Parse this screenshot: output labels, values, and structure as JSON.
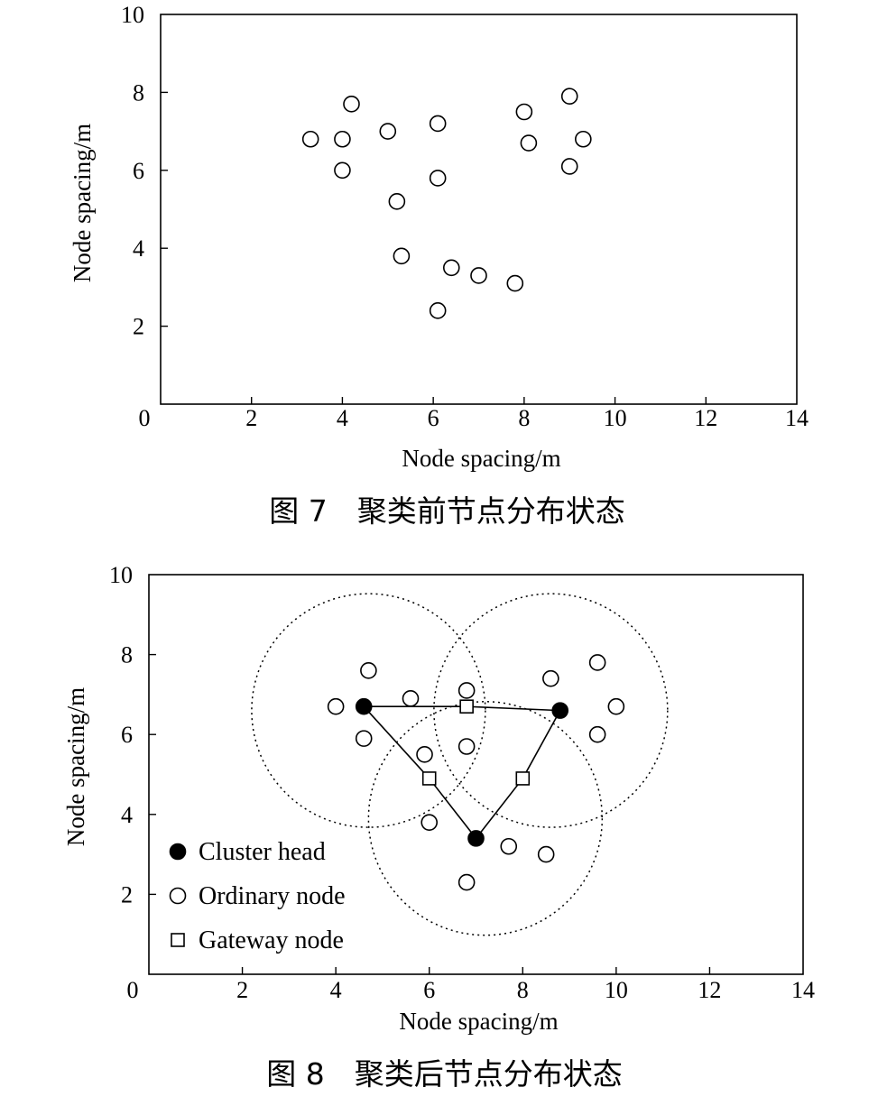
{
  "chart_data": [
    {
      "type": "scatter",
      "caption": "图 7　聚类前节点分布状态",
      "xlabel": "Node spacing/m",
      "ylabel": "Node spacing/m",
      "xlim": [
        0,
        14
      ],
      "ylim": [
        0,
        10
      ],
      "xticks": [
        0,
        2,
        4,
        6,
        8,
        10,
        12,
        14
      ],
      "yticks": [
        2,
        4,
        6,
        8,
        10
      ],
      "grid": false,
      "series": [
        {
          "marker": "open-circle",
          "points": [
            [
              3.3,
              6.8
            ],
            [
              4.0,
              6.8
            ],
            [
              4.2,
              7.7
            ],
            [
              4.0,
              6.0
            ],
            [
              5.0,
              7.0
            ],
            [
              6.1,
              7.2
            ],
            [
              6.1,
              5.8
            ],
            [
              5.2,
              5.2
            ],
            [
              5.3,
              3.8
            ],
            [
              6.4,
              3.5
            ],
            [
              7.0,
              3.3
            ],
            [
              7.8,
              3.1
            ],
            [
              6.1,
              2.4
            ],
            [
              8.0,
              7.5
            ],
            [
              8.1,
              6.7
            ],
            [
              9.0,
              7.9
            ],
            [
              9.3,
              6.8
            ],
            [
              9.0,
              6.1
            ]
          ]
        }
      ]
    },
    {
      "type": "scatter",
      "caption": "图 8　聚类后节点分布状态",
      "xlabel": "Node spacing/m",
      "ylabel": "Node spacing/m",
      "xlim": [
        0,
        14
      ],
      "ylim": [
        0,
        10
      ],
      "xticks": [
        0,
        2,
        4,
        6,
        8,
        10,
        12,
        14
      ],
      "yticks": [
        2,
        4,
        6,
        8,
        10
      ],
      "grid": false,
      "legend_position": "bottom-left",
      "series": [
        {
          "name": "Cluster head",
          "marker": "filled-circle",
          "points": [
            [
              4.6,
              6.7
            ],
            [
              8.8,
              6.6
            ],
            [
              7.0,
              3.4
            ]
          ]
        },
        {
          "name": "Ordinary node",
          "marker": "open-circle",
          "points": [
            [
              4.0,
              6.7
            ],
            [
              4.7,
              7.6
            ],
            [
              4.6,
              5.9
            ],
            [
              5.6,
              6.9
            ],
            [
              5.9,
              5.5
            ],
            [
              6.8,
              7.1
            ],
            [
              6.8,
              5.7
            ],
            [
              6.0,
              3.8
            ],
            [
              6.8,
              2.3
            ],
            [
              7.7,
              3.2
            ],
            [
              8.5,
              3.0
            ],
            [
              8.6,
              7.4
            ],
            [
              9.6,
              7.8
            ],
            [
              10.0,
              6.7
            ],
            [
              9.6,
              6.0
            ]
          ]
        },
        {
          "name": "Gateway node",
          "marker": "open-square",
          "points": [
            [
              6.8,
              6.7
            ],
            [
              6.0,
              4.9
            ],
            [
              8.0,
              4.9
            ]
          ]
        }
      ],
      "links": [
        [
          [
            4.6,
            6.7
          ],
          [
            6.8,
            6.7
          ]
        ],
        [
          [
            6.8,
            6.7
          ],
          [
            8.8,
            6.6
          ]
        ],
        [
          [
            4.6,
            6.7
          ],
          [
            6.0,
            4.9
          ]
        ],
        [
          [
            6.0,
            4.9
          ],
          [
            7.0,
            3.4
          ]
        ],
        [
          [
            7.0,
            3.4
          ],
          [
            8.0,
            4.9
          ]
        ],
        [
          [
            8.0,
            4.9
          ],
          [
            8.8,
            6.6
          ]
        ]
      ],
      "coverage_circles": [
        {
          "center": [
            4.7,
            6.6
          ],
          "radius": 2.5,
          "style": "dotted"
        },
        {
          "center": [
            8.6,
            6.6
          ],
          "radius": 2.5,
          "style": "dotted"
        },
        {
          "center": [
            7.2,
            3.9
          ],
          "radius": 2.5,
          "style": "dotted"
        }
      ]
    }
  ]
}
